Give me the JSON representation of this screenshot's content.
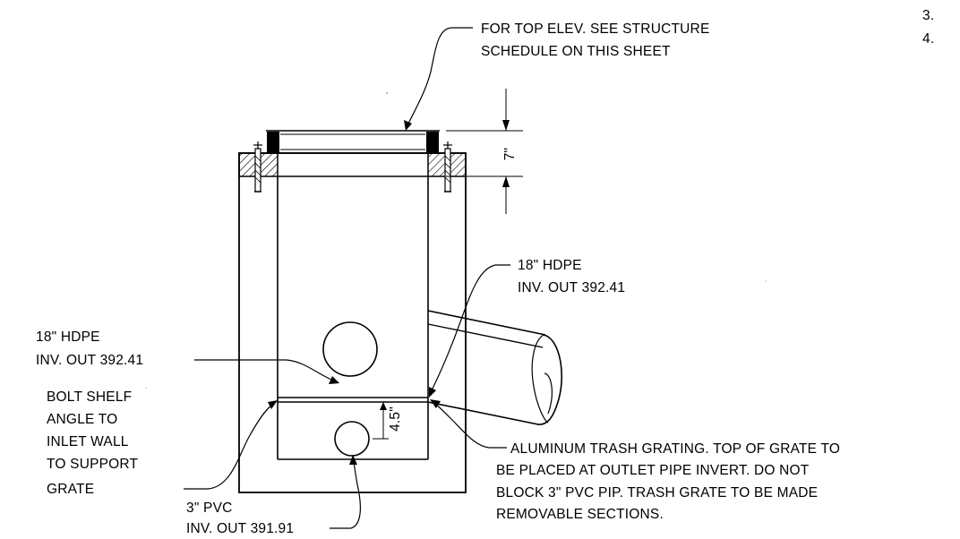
{
  "labels": {
    "top_note_line1": "FOR TOP ELEV. SEE STRUCTURE",
    "top_note_line2": "SCHEDULE ON THIS SHEET",
    "dim_7": "7\"",
    "dim_4_5": "4.5\"",
    "right_pipe_line1": "18\" HDPE",
    "right_pipe_line2": "INV. OUT 392.41",
    "left_pipe_line1": "18\" HDPE",
    "left_pipe_line2": "INV. OUT 392.41",
    "shelf_line1": "BOLT SHELF",
    "shelf_line2": "ANGLE TO",
    "shelf_line3": "INLET WALL",
    "shelf_line4": "TO SUPPORT",
    "shelf_line5": "GRATE",
    "pvc_line1": "3\" PVC",
    "pvc_line2": "INV. OUT 391.91",
    "grate_line1": "ALUMINUM TRASH GRATING.  TOP OF GRATE TO",
    "grate_line2": "BE PLACED AT OUTLET PIPE INVERT.  DO NOT",
    "grate_line3": "BLOCK 3\" PVC PIP.  TRASH GRATE TO BE MADE",
    "grate_line4": "REMOVABLE SECTIONS.",
    "note_3": "3.",
    "note_4": "4."
  }
}
